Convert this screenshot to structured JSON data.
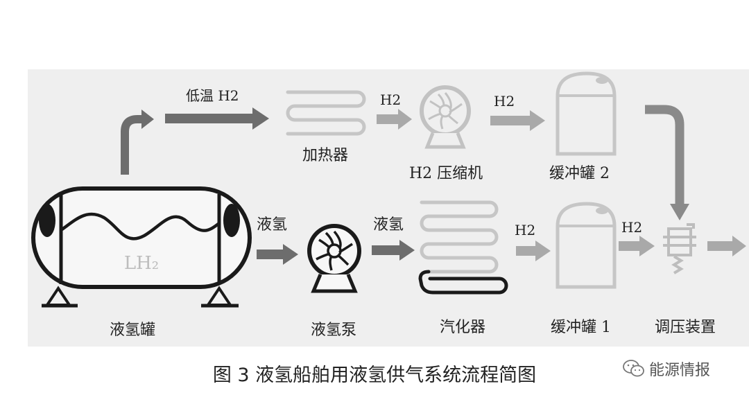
{
  "labels": {
    "low_temp_h2": "低温 H2",
    "heater": "加热器",
    "h2_a": "H2",
    "compressor": "H2 压缩机",
    "h2_b": "H2",
    "buffer2": "缓冲罐 2",
    "tank_text": "LH₂",
    "tank": "液氢罐",
    "lh_a": "液氢",
    "lh_b": "液氢",
    "pump": "液氢泵",
    "h2_c": "H2",
    "vaporizer": "汽化器",
    "buffer1": "缓冲罐 1",
    "h2_d": "H2",
    "regulator": "调压装置"
  },
  "caption": "图 3 液氢船舶用液氢供气系统流程简图",
  "watermark": "能源情报",
  "colors": {
    "arrow_dark": "#6d6d6d",
    "arrow_light": "#a9a9a9",
    "equipment_faded": "#c4c4c4",
    "equipment_dark": "#1a1a1a",
    "panel_bg": "#efefef"
  }
}
